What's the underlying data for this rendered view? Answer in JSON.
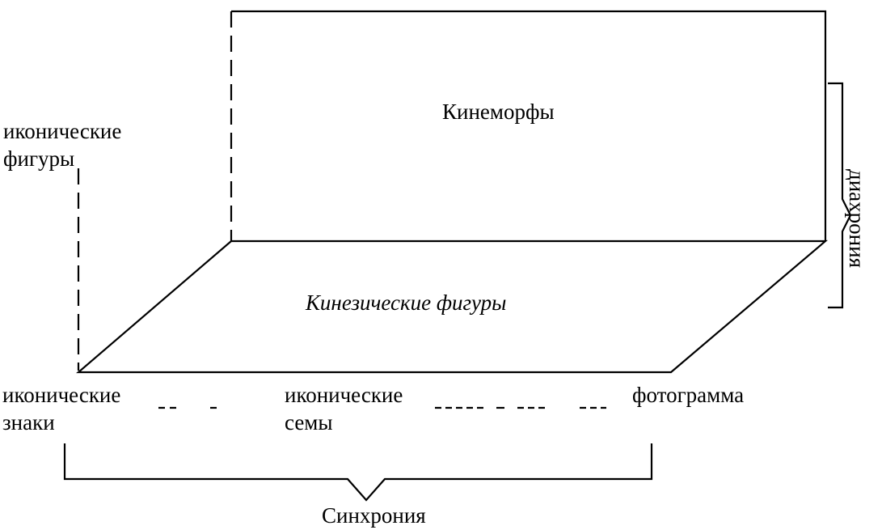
{
  "diagram": {
    "kinemorphs_label": "Кинеморфы",
    "kinesic_figures_label": "Кинезические фигуры",
    "iconic_figures_label": "иконические\nфигуры",
    "iconic_signs_label": "иконические\nзнаки",
    "iconic_semes_label": "иконические\nсемы",
    "photogram_label": "фотограмма",
    "synchrony_label": "Синхрония",
    "diachrony_label": "диахрония"
  }
}
